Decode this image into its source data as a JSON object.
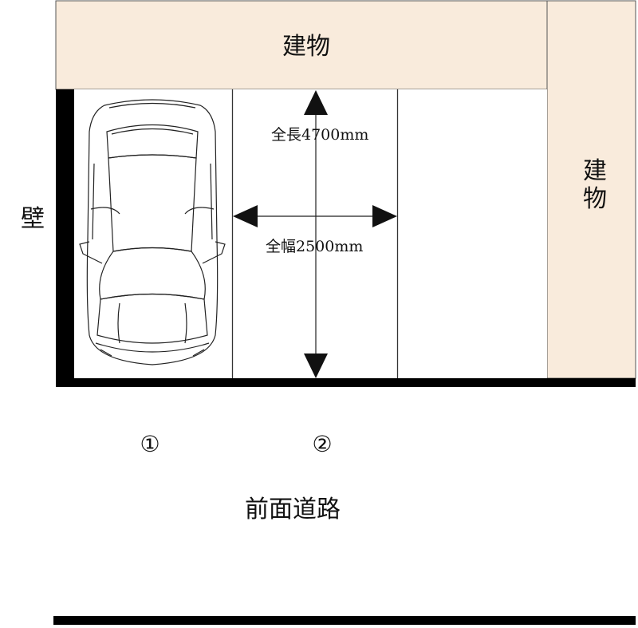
{
  "labels": {
    "building_top": "建物",
    "building_right_line1": "建",
    "building_right_line2": "物",
    "wall": "壁",
    "length": "全長4700mm",
    "width": "全幅2500mm",
    "space1": "①",
    "space2": "②",
    "road": "前面道路"
  },
  "icons": {
    "car": "car-top-view-icon"
  },
  "colors": {
    "building_fill": "#f9ebdc",
    "wall": "#000000",
    "line": "#222222",
    "background": "#ffffff"
  }
}
